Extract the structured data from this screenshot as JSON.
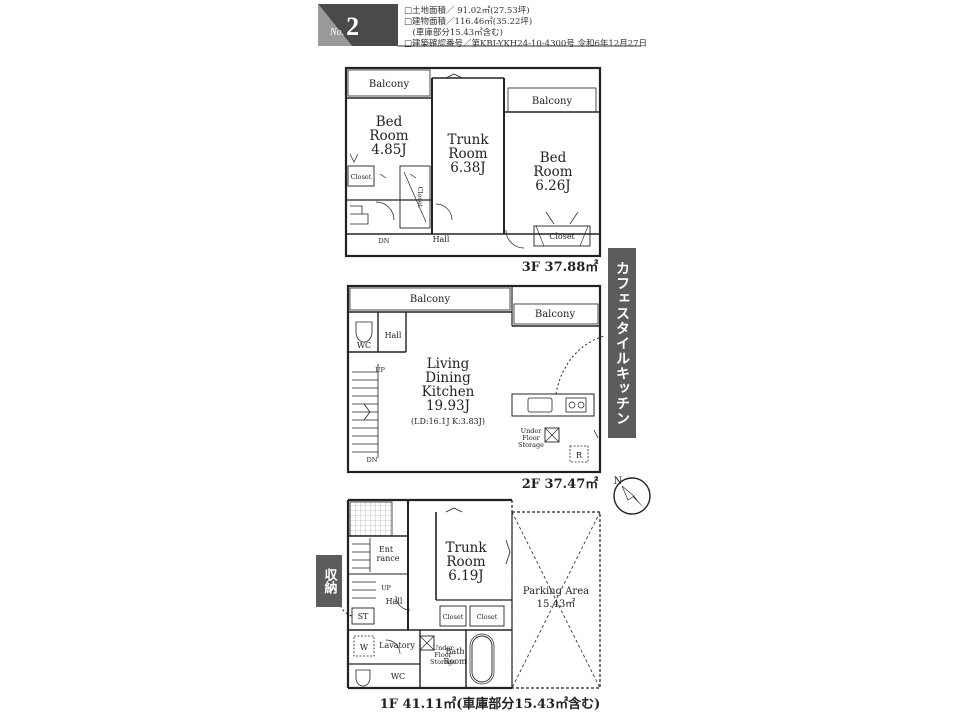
{
  "header": {
    "badge_prefix": "No.",
    "badge_number": "2",
    "info_lines": [
      "□土地面積／ 91.02㎡(27.53坪)",
      "□建物面積／116.46㎡(35.22坪)",
      "　(車庫部分15.43㎡含む)",
      "□建築確認番号／第KBI-YKH24-10-4300号 令和6年12月27日"
    ]
  },
  "floor3": {
    "label": "3F 37.88㎡",
    "balcony_left": "Balcony",
    "balcony_right": "Balcony",
    "bedroom1": [
      "Bed",
      "Room",
      "4.85J"
    ],
    "trunk": [
      "Trunk",
      "Room",
      "6.38J"
    ],
    "bedroom2": [
      "Bed",
      "Room",
      "6.26J"
    ],
    "closet_small_1": "Closet",
    "closet_small_2": "Closet",
    "closet_bottom": "Closet",
    "hall": "Hall",
    "dn": "DN"
  },
  "floor2": {
    "label": "2F 37.47㎡",
    "balcony_top": "Balcony",
    "balcony_right": "Balcony",
    "ldk": [
      "Living",
      "Dining",
      "Kitchen",
      "19.93J",
      "(LD:16.1J  K:3.83J)"
    ],
    "wc": "WC",
    "hall": "Hall",
    "up": "UP",
    "dn": "DN",
    "storage": [
      "Under",
      "Floor",
      "Storage"
    ],
    "fridge": "R"
  },
  "floor1": {
    "label": "1F 41.11㎡(車庫部分15.43㎡含む)",
    "entrance": [
      "Ent",
      "rance"
    ],
    "trunk": [
      "Trunk",
      "Room",
      "6.19J"
    ],
    "parking": [
      "Parking Area",
      "15.43㎡"
    ],
    "up": "UP",
    "hall": "Hall",
    "st": "ST",
    "closet1": "Closet",
    "closet2": "Closet",
    "lavatory": "Lavatory",
    "washer": "W",
    "storage": [
      "Under",
      "Floor",
      "Storage"
    ],
    "bath": [
      "Bath",
      "Room"
    ],
    "wc": "WC"
  },
  "callouts": {
    "cafe_kitchen": "カフェスタイルキッチン",
    "storage": "収納"
  },
  "compass": {
    "letter": "N"
  }
}
